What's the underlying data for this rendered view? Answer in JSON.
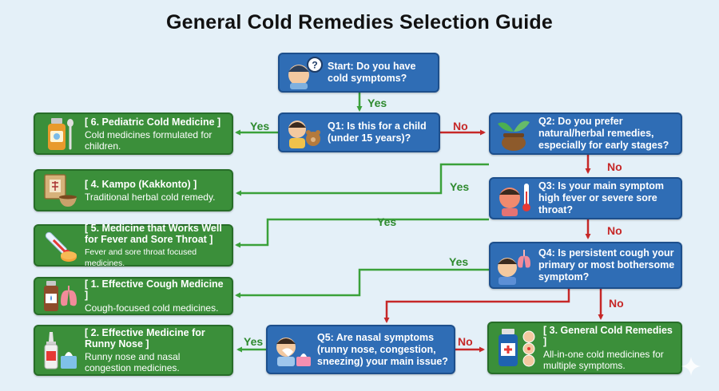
{
  "title": "General Cold Remedies Selection Guide",
  "questions": {
    "start": "Start: Do you have cold symptoms?",
    "q1": "Q1: Is this for a child (under 15 years)?",
    "q2": "Q2: Do you prefer natural/herbal remedies, especially for early stages?",
    "q3": "Q3: Is your main symptom high fever or severe sore throat?",
    "q4": "Q4: Is persistent cough your primary or most bothersome symptom?",
    "q5": "Q5: Are nasal symptoms (runny nose, congestion, sneezing) your main issue?"
  },
  "results": {
    "r6": {
      "title": "[ 6. Pediatric Cold Medicine ]",
      "desc": "Cold medicines formulated for children."
    },
    "r4": {
      "title": "[ 4. Kampo (Kakkonto) ]",
      "desc": "Traditional herbal cold remedy."
    },
    "r5": {
      "title": "[ 5. Medicine that Works Well for Fever and Sore Throat ]",
      "desc": "Fever and sore throat focused medicines."
    },
    "r1": {
      "title": "[ 1. Effective Cough Medicine ]",
      "desc": "Cough-focused cold medicines."
    },
    "r2": {
      "title": "[ 2. Effective Medicine for Runny Nose ]",
      "desc": "Runny nose and nasal congestion medicines."
    },
    "r3": {
      "title": "[ 3. General Cold Remedies ]",
      "desc": "All-in-one cold medicines for multiple symptoms."
    }
  },
  "labels": {
    "yes_start": "Yes",
    "yes_q1": "Yes",
    "no_q1": "No",
    "no_q2": "No",
    "yes_q2": "Yes",
    "yes_q3": "Yes",
    "no_q3": "No",
    "yes_q4": "Yes",
    "no_q4": "No",
    "yes_q5": "Yes",
    "no_q5": "No"
  },
  "colors": {
    "question": "#2f6db5",
    "result": "#3b8f3a",
    "yes": "#2e8a2e",
    "no": "#c62828"
  },
  "icons": {
    "start": "person-question-icon",
    "q1": "child-teddy-icon",
    "q2": "herbal-pot-icon",
    "q3": "fever-thermometer-icon",
    "q4": "cough-lungs-icon",
    "q5": "sneeze-tissue-icon",
    "r6": "syrup-bottle-icon",
    "r4": "kampo-box-icon",
    "r5": "thermometer-lozenge-icon",
    "r1": "lungs-bottle-icon",
    "r2": "nasal-spray-icon",
    "r3": "medicine-bottle-icon"
  }
}
